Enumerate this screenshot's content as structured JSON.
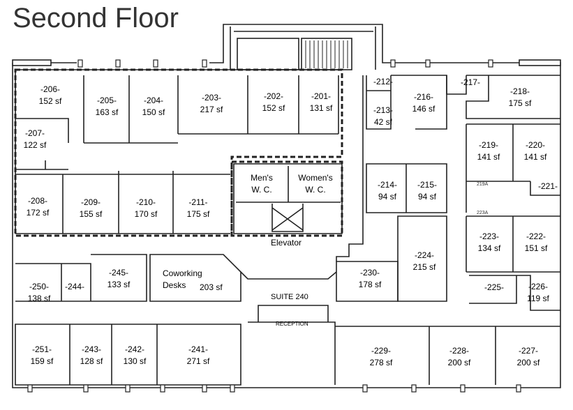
{
  "title": "Second Floor",
  "rooms": [
    {
      "id": "206",
      "number": "-206-",
      "area": "152 sf"
    },
    {
      "id": "205",
      "number": "-205-",
      "area": "163 sf"
    },
    {
      "id": "204",
      "number": "-204-",
      "area": "150  sf"
    },
    {
      "id": "203",
      "number": "-203-",
      "area": "217 sf"
    },
    {
      "id": "202",
      "number": "-202-",
      "area": "152 sf"
    },
    {
      "id": "201",
      "number": "-201-",
      "area": "131 sf"
    },
    {
      "id": "207",
      "number": "-207-",
      "area": "122 sf"
    },
    {
      "id": "208",
      "number": "-208-",
      "area": "172 sf"
    },
    {
      "id": "209",
      "number": "-209-",
      "area": "155 sf"
    },
    {
      "id": "210",
      "number": "-210-",
      "area": "170 sf"
    },
    {
      "id": "211",
      "number": "-211-",
      "area": "175 sf"
    },
    {
      "id": "212",
      "number": "-212-",
      "area": ""
    },
    {
      "id": "213",
      "number": "-213-",
      "area": "42 sf"
    },
    {
      "id": "216",
      "number": "-216-",
      "area": "146 sf"
    },
    {
      "id": "217",
      "number": "-217-",
      "area": ""
    },
    {
      "id": "218",
      "number": "-218-",
      "area": "175 sf"
    },
    {
      "id": "219",
      "number": "-219-",
      "area": "141 sf"
    },
    {
      "id": "220",
      "number": "-220-",
      "area": "141 sf"
    },
    {
      "id": "221",
      "number": "-221-",
      "area": ""
    },
    {
      "id": "214",
      "number": "-214-",
      "area": "94 sf"
    },
    {
      "id": "215",
      "number": "-215-",
      "area": "94 sf"
    },
    {
      "id": "223",
      "number": "-223-",
      "area": "134 sf"
    },
    {
      "id": "222",
      "number": "-222-",
      "area": "151 sf"
    },
    {
      "id": "224",
      "number": "-224-",
      "area": "215 sf"
    },
    {
      "id": "230",
      "number": "-230-",
      "area": "178 sf"
    },
    {
      "id": "225",
      "number": "-225-",
      "area": ""
    },
    {
      "id": "226",
      "number": "-226-",
      "area": "119 sf"
    },
    {
      "id": "245",
      "number": "-245-",
      "area": "133 sf"
    },
    {
      "id": "250",
      "number": "-250-",
      "area": "138 sf"
    },
    {
      "id": "244",
      "number": "-244-",
      "area": ""
    },
    {
      "id": "251",
      "number": "-251-",
      "area": "159 sf"
    },
    {
      "id": "243",
      "number": "-243-",
      "area": "128 sf"
    },
    {
      "id": "242",
      "number": "-242-",
      "area": "130 sf"
    },
    {
      "id": "241",
      "number": "-241-",
      "area": "271 sf"
    },
    {
      "id": "229",
      "number": "-229-",
      "area": "278 sf"
    },
    {
      "id": "228",
      "number": "-228-",
      "area": "200 sf"
    },
    {
      "id": "227",
      "number": "-227-",
      "area": "200 sf"
    }
  ],
  "labels": {
    "coworking_line1": "Coworking",
    "coworking_line2": "Desks",
    "coworking_area": "203 sf",
    "mens_line1": "Men's",
    "mens_line2": "W. C.",
    "womens_line1": "Women's",
    "womens_line2": "W. C.",
    "elevator": "Elevator",
    "suite": "SUITE 240",
    "reception": "RECEPTION",
    "small_219a": "219A",
    "small_223a": "223A"
  }
}
